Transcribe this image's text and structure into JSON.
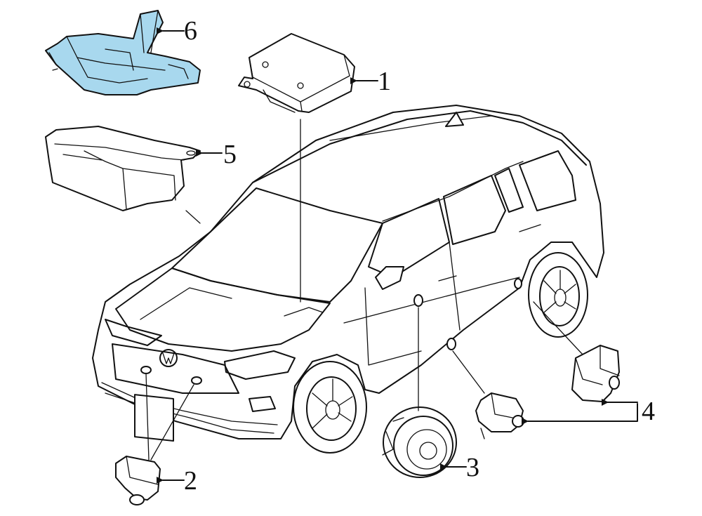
{
  "colors": {
    "line": "#111111",
    "highlight_fill": "#a8d8ee",
    "background": "#ffffff"
  },
  "callouts": [
    {
      "id": "1",
      "label": "1"
    },
    {
      "id": "2",
      "label": "2"
    },
    {
      "id": "3",
      "label": "3"
    },
    {
      "id": "4",
      "label": "4"
    },
    {
      "id": "5",
      "label": "5"
    },
    {
      "id": "6",
      "label": "6"
    }
  ],
  "highlighted_part": "6"
}
